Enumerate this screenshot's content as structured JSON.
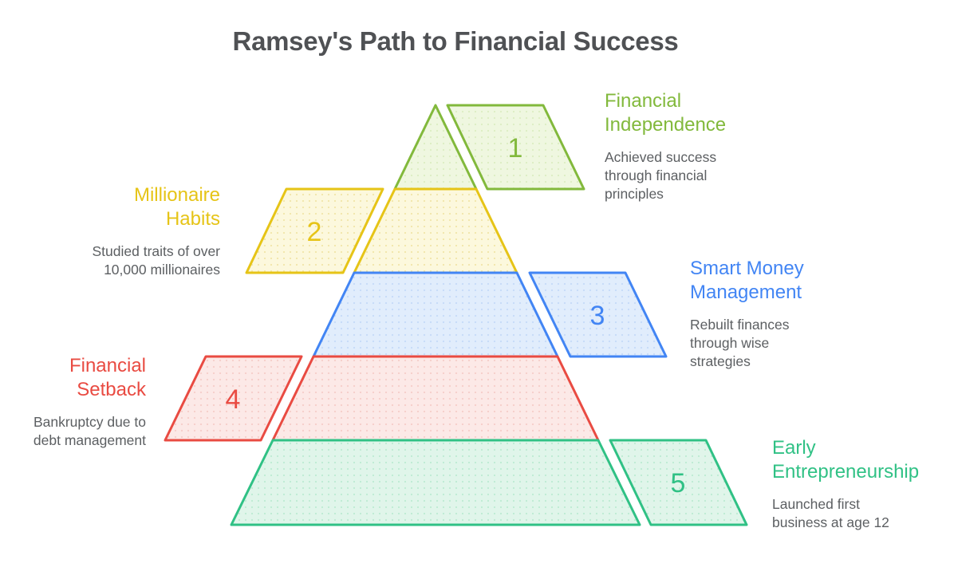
{
  "title": "Ramsey's Path to Financial Success",
  "text_colors": {
    "title": "#4F5154",
    "description": "#5C5F62"
  },
  "levels": [
    {
      "number": "1",
      "label": "Financial Independence",
      "label_lines": [
        "Financial",
        "Independence"
      ],
      "description": "Achieved success through financial principles",
      "desc_lines": [
        "Achieved success",
        "through financial",
        "principles"
      ],
      "side": "right",
      "color": "#82B93C",
      "fill": "#EFF7E0",
      "dot": "#DCEDC2"
    },
    {
      "number": "2",
      "label": "Millionaire Habits",
      "label_lines": [
        "Millionaire",
        "Habits"
      ],
      "description": "Studied traits of over 10,000 millionaires",
      "desc_lines": [
        "Studied traits of over",
        "10,000 millionaires"
      ],
      "side": "left",
      "color": "#E6C417",
      "fill": "#FCF8DD",
      "dot": "#F1E5A9"
    },
    {
      "number": "3",
      "label": "Smart Money Management",
      "label_lines": [
        "Smart Money",
        "Management"
      ],
      "description": "Rebuilt finances through wise strategies",
      "desc_lines": [
        "Rebuilt finances",
        "through wise",
        "strategies"
      ],
      "side": "right",
      "color": "#4285F4",
      "fill": "#E1EDFC",
      "dot": "#C5DAF8"
    },
    {
      "number": "4",
      "label": "Financial Setback",
      "label_lines": [
        "Financial",
        "Setback"
      ],
      "description": "Bankruptcy due to debt management",
      "desc_lines": [
        "Bankruptcy due to",
        "debt management"
      ],
      "side": "left",
      "color": "#E94B42",
      "fill": "#FCE9E7",
      "dot": "#F5CDC9"
    },
    {
      "number": "5",
      "label": "Early Entrepreneurship",
      "label_lines": [
        "Early",
        "Entrepreneurship"
      ],
      "description": "Launched first business at age 12",
      "desc_lines": [
        "Launched first",
        "business at age 12"
      ],
      "side": "right",
      "color": "#30C185",
      "fill": "#E0F5EA",
      "dot": "#BDEBD3"
    }
  ]
}
